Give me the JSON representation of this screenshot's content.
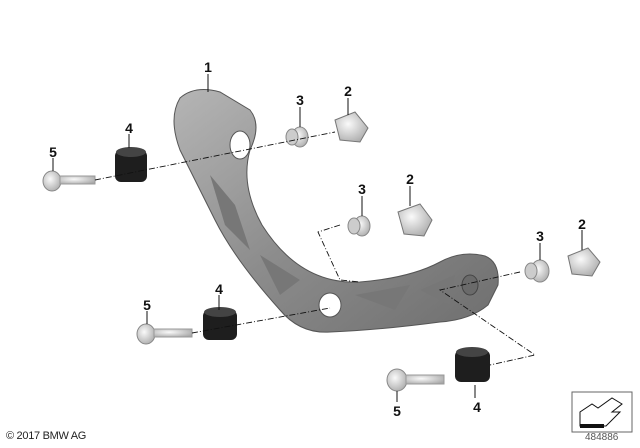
{
  "callouts": {
    "c1": "1",
    "c2a": "2",
    "c2b": "2",
    "c2c": "2",
    "c3a": "3",
    "c3b": "3",
    "c3c": "3",
    "c4a": "4",
    "c4b": "4",
    "c4c": "4",
    "c5a": "5",
    "c5b": "5",
    "c5c": "5"
  },
  "footer": {
    "copyright": "© 2017 BMW AG",
    "diagram_id": "484886"
  },
  "colors": {
    "bracket": "#8e8e8e",
    "rubber": "#1e1e1e",
    "metal": "#d8d8d8"
  }
}
